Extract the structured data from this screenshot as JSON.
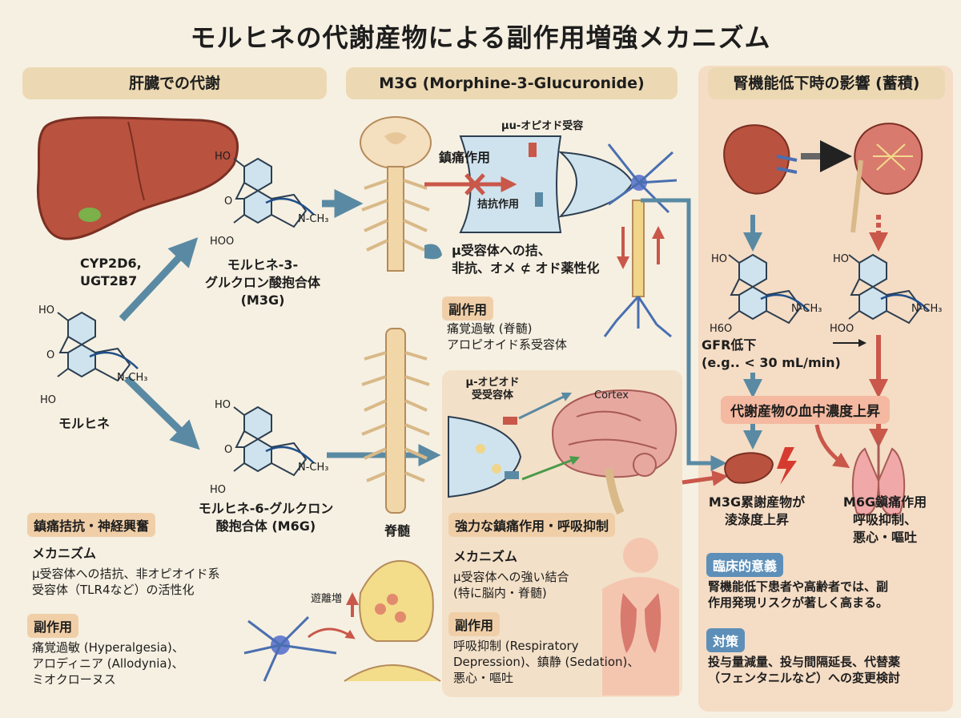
{
  "title": "モルヒネの代謝産物による副作用増強メカニズム",
  "headers": {
    "liver": "肝臓での代謝",
    "m3g": "M3G (Morphine-3-Glucuronide)",
    "renal": "腎機能低下時の影響 (蓄積)"
  },
  "left": {
    "enzymes": "CYP2D6,\nUGT2B7",
    "morphine": "モルヒネ",
    "m3g_name": "モルヒネ-3-\nグルクロン酸抱合体\n(M3G)",
    "m6g_name": "モルヒネ-6-グルクロン\n酸抱合体 (M6G)",
    "section_tag": "鎮痛拮抗・神経興奮",
    "mech_title": "メカニズム",
    "mech_text": "μ受容体への拮抗、非オピオイド系\n受容体（TLR4など）の活性化",
    "side_tag": "副作用",
    "side_text": "痛覚過敏 (Hyperalgesia)、\nアロディニア (Allodynia)、\nミオクローヌス",
    "release_label": "遊離増"
  },
  "chem": {
    "ho": "HO",
    "hoo": "HOO",
    "ho6": "H6O",
    "nch3": "N-CH₃",
    "o": "O"
  },
  "mid": {
    "receptor_label": "μu-オピオド受容",
    "analgesia_label": "鎮痛作用",
    "antagonism_label": "拮抗作用",
    "mu_text": "μ受容体への拮、\n非抗、オメ ⊄ オド薬性化",
    "side_tag": "副作用",
    "side_text": "痛覚過敏 (脊髄)\nアロピオイド系受容体",
    "spinal": "脊髄",
    "receptor2": "μ-オピオド\n受受容体",
    "cortex": "Cortex",
    "strong_tag": "強力な鎮痛作用・呼吸抑制",
    "mech_title": "メカニズム",
    "mech_text": "μ受容体への強い結合\n(特に脳内・脊髄)",
    "side_tag2": "副作用",
    "side_text2": "呼吸抑制 (Respiratory\nDepression)、鎮静 (Sedation)、\n悪心・嘔吐"
  },
  "right": {
    "gfr": "GFR低下\n(e.g.. < 30 mL/min)",
    "accum": "代謝産物の血中濃度上昇",
    "m3g_effect": "M3G累謝産物が\n淩淥度上昇",
    "m6g_effect": "M6G鎭痛作用\n呼吸抑制、\n悪心・嘔吐",
    "clinical_tag": "臨床的意義",
    "clinical_text": "腎機能低下患者や高齢者では、副\n作用発現リスクが著しく高まる。",
    "measure_tag": "対策",
    "measure_text": "投与量減量、投与間隔延長、代替薬\n（フェンタニルなど）への変更検討"
  },
  "colors": {
    "background": "#f6f0e2",
    "header": "#ecd9b3",
    "arrow_blue": "#5a8aa3",
    "arrow_red": "#c9574a",
    "ring_fill": "#cfe3ee",
    "ring_stroke": "#2c3e50"
  }
}
